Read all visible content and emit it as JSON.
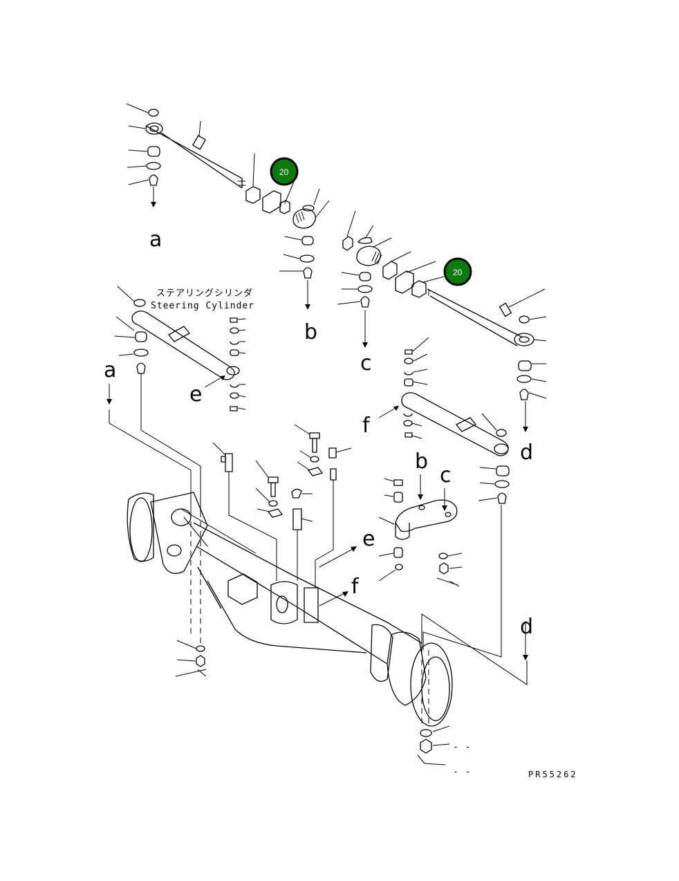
{
  "title_jp": "ステアリングシリンダ",
  "title_en": "Steering Cylinder",
  "drawing_code": "PR55262",
  "badges": [
    {
      "text": "20",
      "color": "#0d7a0d"
    },
    {
      "text": "20",
      "color": "#0d7a0d"
    }
  ],
  "refs": [
    "a",
    "b",
    "c",
    "d",
    "e",
    "f"
  ],
  "dash_marks": [
    "- -",
    "- -"
  ]
}
